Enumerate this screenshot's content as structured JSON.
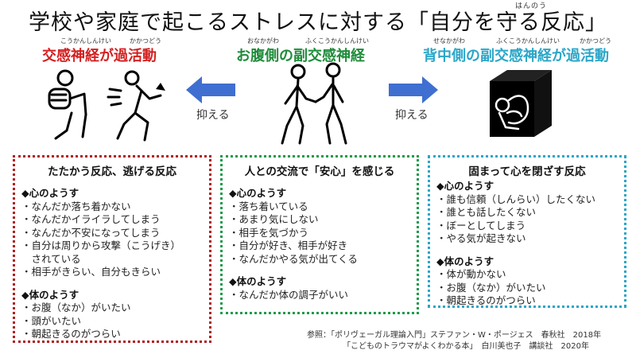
{
  "title": "学校や家庭で起こるストレスに対する「自分を守る反応」",
  "title_ruby": "はんのう",
  "columns": {
    "left": {
      "ruby_a": "こうかんしんけい",
      "ruby_b": "かかつどう",
      "heading": "交感神経が過活動",
      "color": "#d42020"
    },
    "center": {
      "ruby_a": "おなかがわ",
      "ruby_b": "ふくこうかんしんけい",
      "heading": "お腹側の副交感神経",
      "color": "#1e8c3a"
    },
    "right": {
      "ruby_a": "せなかがわ",
      "ruby_b": "ふくこうかんしんけい",
      "ruby_c": "かかつどう",
      "heading": "背中側の副交感神経が過活動",
      "color": "#2aa6c8"
    }
  },
  "arrows": {
    "left_label": "抑える",
    "right_label": "抑える",
    "color": "#3f6fd0"
  },
  "boxes": {
    "left": {
      "title": "たたかう反応、逃げる反応",
      "mind_title": "◆心のようす",
      "mind_items": [
        "・なんだか落ち着かない",
        "・なんだかイライラしてしまう",
        "・なんだか不安になってしまう",
        "・自分は周りから攻撃（こうげき）",
        "　されている",
        "・相手がきらい、自分もきらい"
      ],
      "body_title": "◆体のようす",
      "body_items": [
        "・お腹（なか）がいたい",
        "・頭がいたい",
        "・朝起きるのがつらい"
      ]
    },
    "center": {
      "title": "人との交流で「安心」を感じる",
      "mind_title": "◆心のようす",
      "mind_items": [
        "・落ち着いている",
        "・あまり気にしない",
        "・相手を気づかう",
        "・自分が好き、相手が好き",
        "・なんだかやる気が出てくる"
      ],
      "body_title": "◆体のようす",
      "body_items": [
        "・なんだか体の調子がいい"
      ]
    },
    "right": {
      "title": "固まって心を閉ざす反応",
      "mind_title": "◆心のようす",
      "mind_items": [
        "・誰も信頼（しんらい）したくない",
        "・誰とも話したくない",
        "・ぼーとしてしまう",
        "・やる気が起きない"
      ],
      "body_title": "◆体のようす",
      "body_items": [
        "・体が動かない",
        "・お腹（なか）がいたい",
        "・朝起きるのがつらい"
      ]
    }
  },
  "references": {
    "line1": "参照：「ポリヴェーガル理論入門」ステファン・W・ポージェス　春秋社　2018年",
    "line2": "「こどものトラウマがよくわかる本」　白川美也子　講談社　2020年"
  }
}
